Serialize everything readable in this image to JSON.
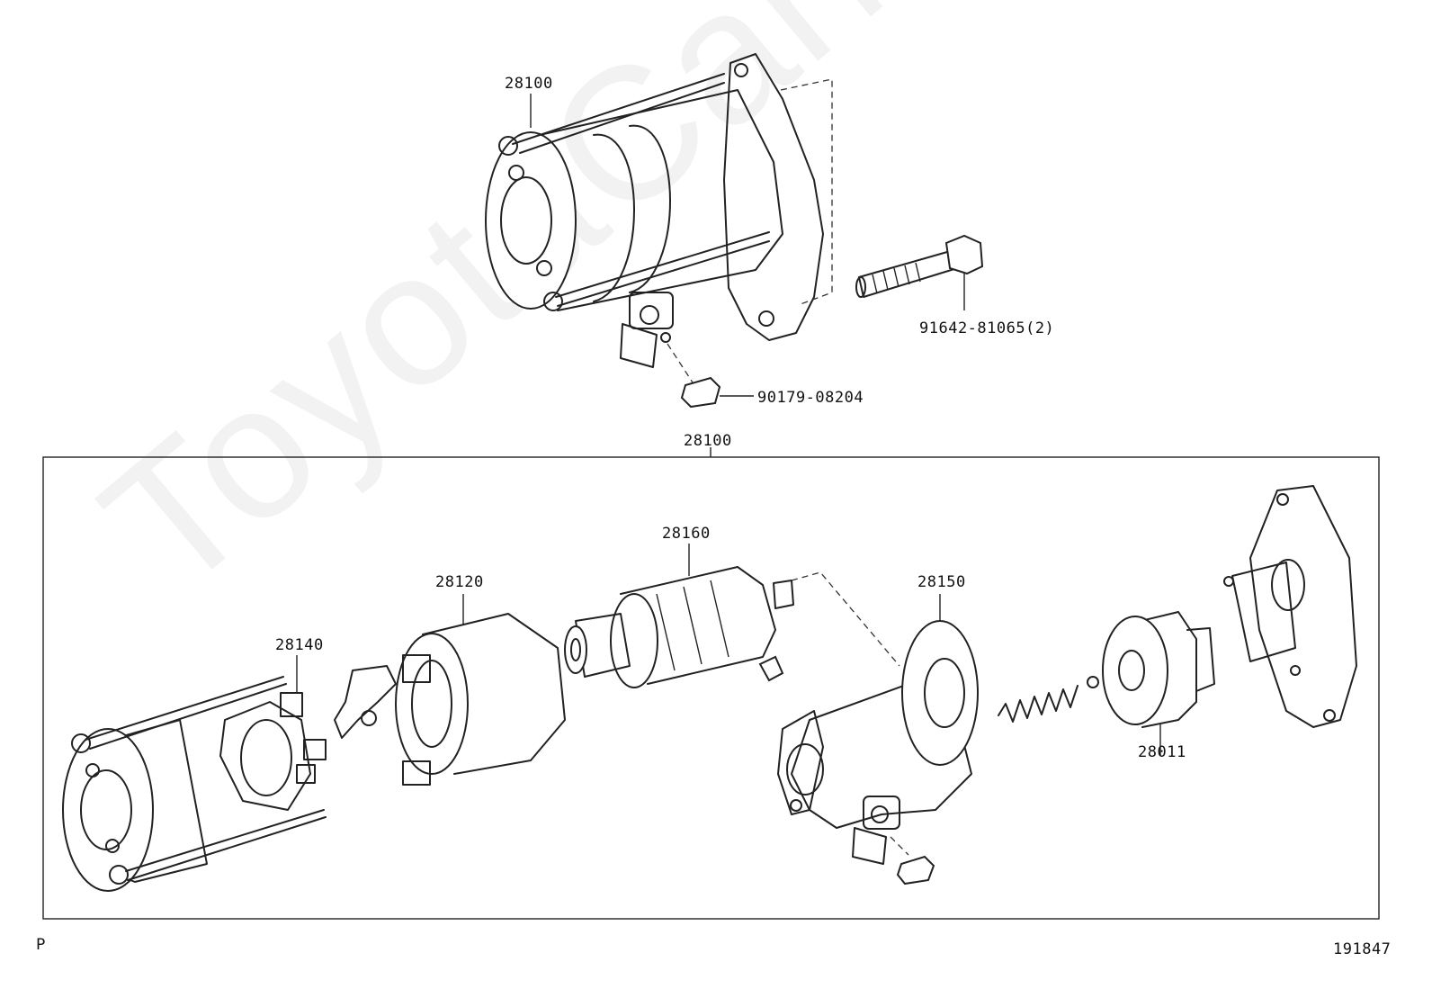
{
  "watermark": "ToyotaCarMine.ru",
  "labels": {
    "assembly_top": "28100",
    "bolt": "91642-81065(2)",
    "nut": "90179-08204",
    "assembly_box": "28100",
    "brush_holder": "28140",
    "yoke": "28120",
    "armature": "28160",
    "magnetic_switch": "28150",
    "clutch": "28011"
  },
  "footer": {
    "left": "P",
    "right": "191847"
  }
}
